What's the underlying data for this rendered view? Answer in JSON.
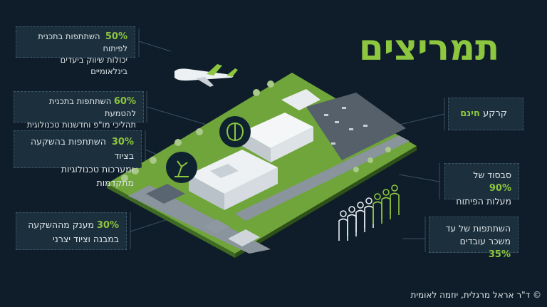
{
  "title": "תמריצים",
  "left_boxes": [
    {
      "pct": "50%",
      "line1": "השתתפות בתכנית לפיתוח",
      "line2": "יכולות שיווק ביעדים בינלאומיים"
    },
    {
      "pct": "60%",
      "line1": "השתתפות בתכנית להטמעת",
      "line2": "תהליכי מו\"פ וחדשנות טכנולוגית"
    },
    {
      "pct": "30%",
      "line1": "השתתפות בהשקעה בציוד",
      "line2": "ומערכות טכנולוגיות מתקדמות"
    },
    {
      "pct": "30%",
      "line1": "מענק מההשקעה",
      "line2": "במבנה וציוד יצרני"
    }
  ],
  "right_boxes": [
    {
      "text": "קרקע",
      "highlight": "חינם"
    },
    {
      "pre": "סבסוד של",
      "pct": "90%",
      "line2": "מעלות הפיתוח"
    },
    {
      "line1": "השתתפות של עד",
      "pct": "35%",
      "line2": "משכר עובדים"
    }
  ],
  "footer": "© ד\"ר אראל מרגלית, יוזמה לאומית",
  "colors": {
    "background": "#0e1d29",
    "accent": "#8dc63f",
    "box": "#1b2f3c"
  }
}
